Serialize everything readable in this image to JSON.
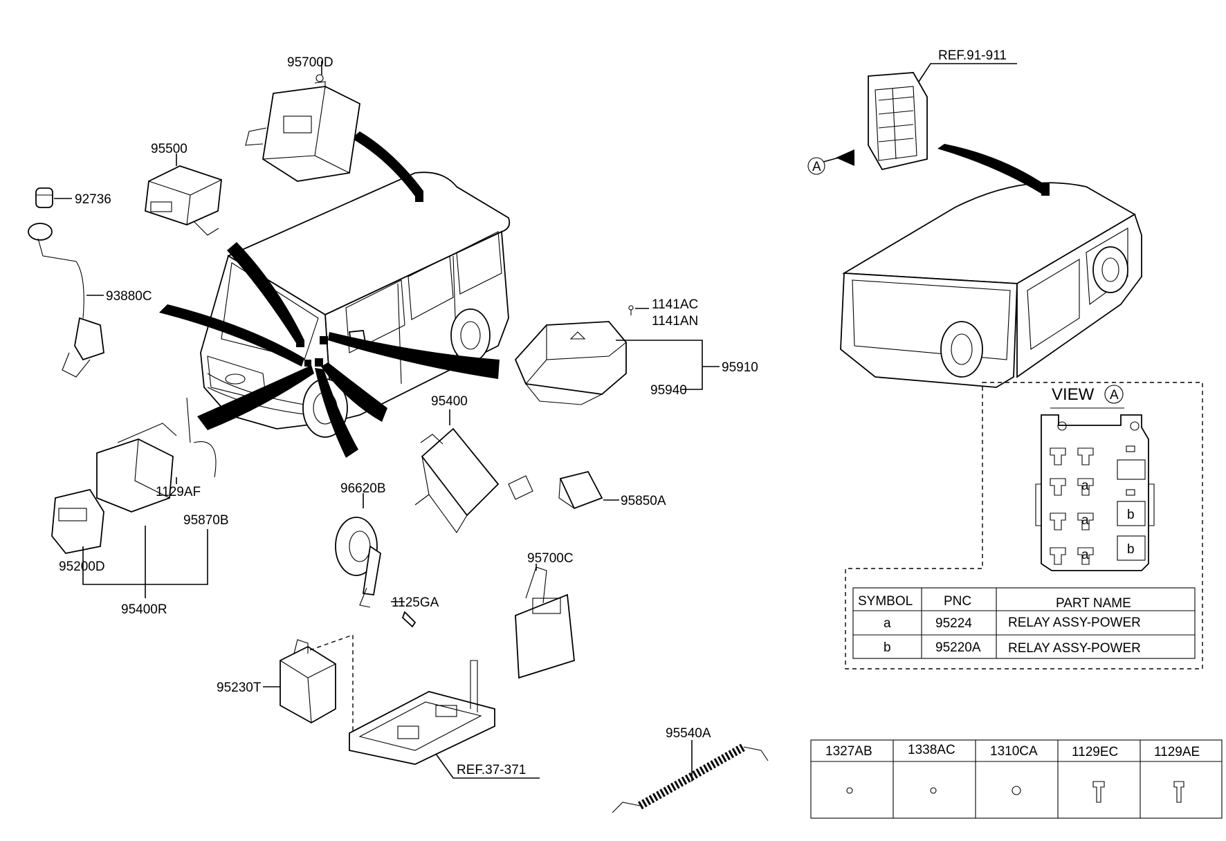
{
  "callouts": {
    "p95700D": "95700D",
    "p95500": "95500",
    "p92736": "92736",
    "p93880C": "93880C",
    "p1141AC": "1141AC",
    "p1141AN": "1141AN",
    "p95910": "95910",
    "p95940": "95940",
    "p95400": "95400",
    "p1129AF": "1129AF",
    "p95870B": "95870B",
    "p95200D": "95200D",
    "p95400R": "95400R",
    "p96620B": "96620B",
    "p95850A": "95850A",
    "p95700C": "95700C",
    "p1125GA": "1125GA",
    "p95230T": "95230T",
    "ref37": "REF.37-371",
    "p95540A": "95540A",
    "ref91": "REF.91-911",
    "markA": "A"
  },
  "view": {
    "title": "VIEW",
    "mark": "A",
    "slot_a": "a",
    "slot_b": "b"
  },
  "legend_table": {
    "headers": [
      "SYMBOL",
      "PNC",
      "PART NAME"
    ],
    "rows": [
      [
        "a",
        "95224",
        "RELAY ASSY-POWER"
      ],
      [
        "b",
        "95220A",
        "RELAY ASSY-POWER"
      ]
    ]
  },
  "fastener_table": {
    "headers": [
      "1327AB",
      "1338AC",
      "1310CA",
      "1129EC",
      "1129AE"
    ]
  }
}
